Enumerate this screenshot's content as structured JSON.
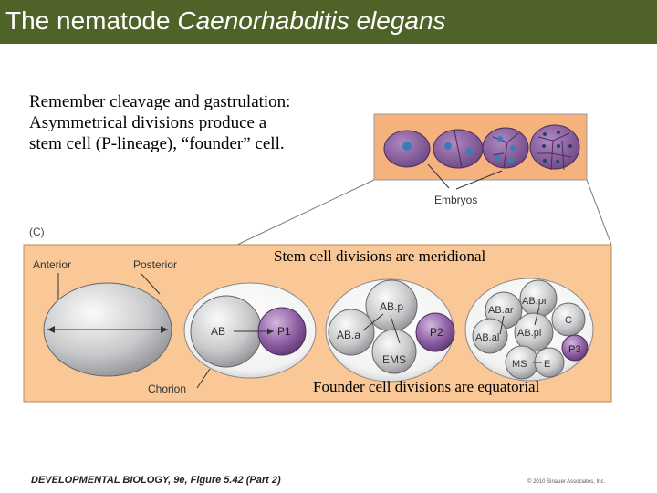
{
  "title": {
    "prefix": "The nematode ",
    "italic": "Caenorhabditis elegans"
  },
  "body_text": [
    "Remember cleavage and gastrulation:",
    "Asymmetrical divisions produce a",
    "stem cell (P-lineage),  “founder” cell."
  ],
  "figure": {
    "panel_label": "(C)",
    "embryos_label": "Embryos",
    "anterior": "Anterior",
    "posterior": "Posterior",
    "chorion": "Chorion",
    "cells": {
      "ab": "AB",
      "p1": "P1",
      "abp": "AB.p",
      "aba": "AB.a",
      "p2": "P2",
      "ems": "EMS",
      "abar": "AB.ar",
      "abpr": "AB.pr",
      "abal": "AB.al",
      "abpl": "AB.pl",
      "c": "C",
      "p3": "P3",
      "ms": "MS",
      "e": "E"
    }
  },
  "overlay": {
    "meridional": "Stem cell divisions are meridional",
    "equatorial": "Founder cell divisions are equatorial"
  },
  "footer": {
    "citation": "DEVELOPMENTAL BIOLOGY, 9e, Figure 5.42 (Part 2)",
    "copyright": "© 2010 Sinauer Associates, Inc."
  },
  "colors": {
    "title_bar": "#4f6228",
    "panel_bg": "#f9c896",
    "purple_cell": "#8a5aa0",
    "gray_cell": "#c6c7c9"
  }
}
